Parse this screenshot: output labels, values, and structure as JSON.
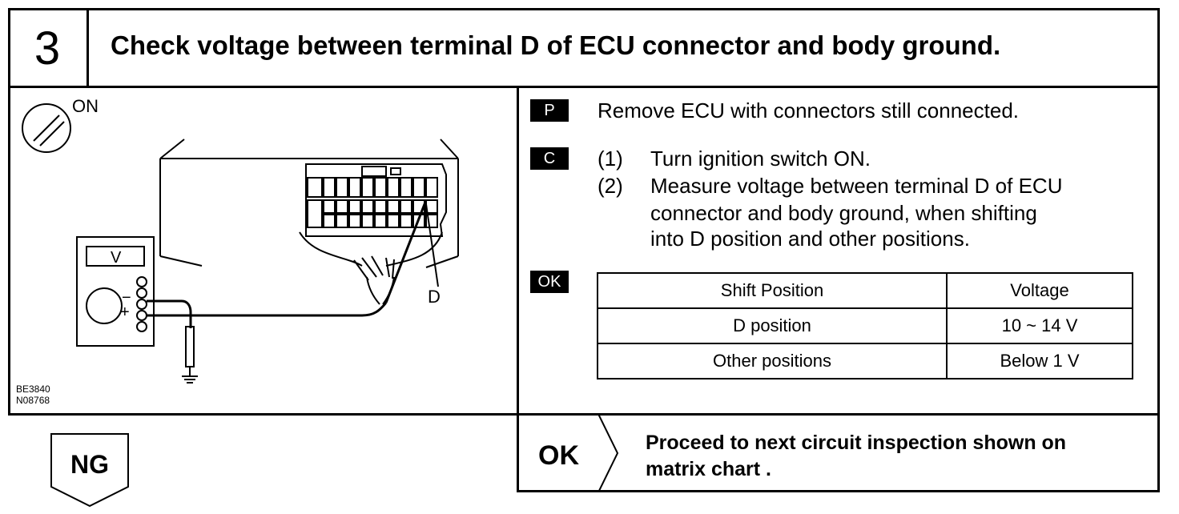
{
  "header": {
    "step_number": "3",
    "title": "Check voltage between terminal D of ECU connector and body ground."
  },
  "figure": {
    "switch_label": "ON",
    "meter_label": "V",
    "minus_sign": "−",
    "plus_sign": "+",
    "terminal_label": "D",
    "codes": [
      "BE3840",
      "N08768"
    ]
  },
  "instructions": {
    "prep": {
      "badge": "P",
      "text": "Remove ECU with connectors still connected."
    },
    "check": {
      "badge": "C",
      "steps": [
        {
          "num": "(1)",
          "lines": [
            "Turn ignition switch ON."
          ]
        },
        {
          "num": "(2)",
          "lines": [
            "Measure voltage between terminal D of ECU",
            "connector and body ground, when shifting",
            "into D position and other positions."
          ]
        }
      ]
    },
    "ok_badge": "OK"
  },
  "spec_table": {
    "headers": [
      "Shift Position",
      "Voltage"
    ],
    "rows": [
      [
        "D position",
        "10 ~ 14 V"
      ],
      [
        "Other positions",
        "Below 1 V"
      ]
    ]
  },
  "outcomes": {
    "ng_label": "NG",
    "ok_label": "OK",
    "ok_text_lines": [
      "Proceed to next circuit inspection shown on",
      "matrix chart ."
    ]
  }
}
